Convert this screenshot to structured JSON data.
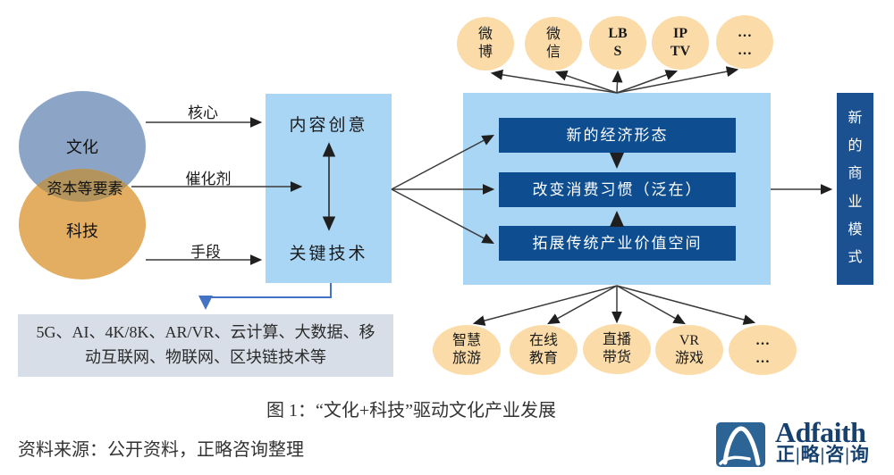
{
  "figure": {
    "caption": "图 1：“文化+科技”驱动文化产业发展",
    "source": "资料来源：公开资料，正略咨询整理"
  },
  "venn": {
    "culture": "文化",
    "technology": "科技",
    "overlap": "资本等要素",
    "colors": {
      "culture": "#8CA5C6",
      "technology": "#E3AD62",
      "overlap": "#B2945C"
    }
  },
  "relation_labels": {
    "core": "核心",
    "catalyst": "催化剂",
    "means": "手段"
  },
  "core_box": {
    "top": "内容创意",
    "bottom": "关键技术"
  },
  "tech_list": "5G、AI、4K/8K、AR/VR、云计算、大数据、移动互联网、物联网、区块链技术等",
  "effects": [
    "新的经济形态",
    "改变消费习惯（泛在）",
    "拓展传统产业价值空间"
  ],
  "top_channels": [
    [
      "微",
      "博"
    ],
    [
      "微",
      "信"
    ],
    [
      "LB",
      "S"
    ],
    [
      "IP",
      "TV"
    ],
    [
      "…",
      "…"
    ]
  ],
  "bottom_apps": [
    [
      "智慧",
      "旅游"
    ],
    [
      "在线",
      "教育"
    ],
    [
      "直播",
      "带货"
    ],
    [
      "VR",
      "游戏"
    ],
    [
      "…",
      "…"
    ]
  ],
  "result_box": "新的商业模式",
  "logo": {
    "brand": "Adfaith",
    "brand_cn": "正|略|咨|询"
  },
  "colors": {
    "light_blue": "#A9D6F5",
    "dark_blue": "#0E4E90",
    "result_blue": "#1B5191",
    "bubble_peach": "#FBDCA8",
    "gray_box": "#D8DEE7",
    "connector_blue": "#4472C4",
    "logo_blue": "#2D6496",
    "logo_navy": "#16406E"
  }
}
